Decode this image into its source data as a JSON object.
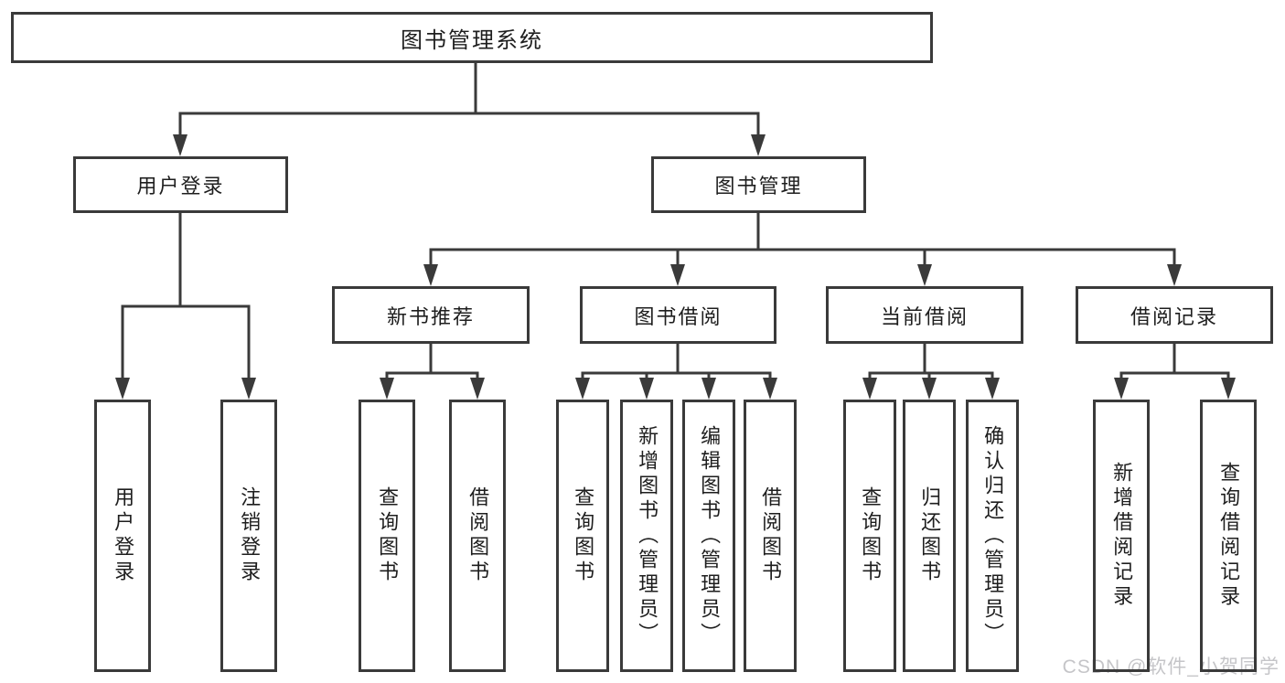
{
  "diagram": {
    "title": "图书管理系统",
    "tree": {
      "label": "图书管理系统",
      "children": [
        {
          "label": "用户登录",
          "children": [
            {
              "label": "用户登录"
            },
            {
              "label": "注销登录"
            }
          ]
        },
        {
          "label": "图书管理",
          "children": [
            {
              "label": "新书推荐",
              "children": [
                {
                  "label": "查询图书"
                },
                {
                  "label": "借阅图书"
                }
              ]
            },
            {
              "label": "图书借阅",
              "children": [
                {
                  "label": "查询图书"
                },
                {
                  "label": "新增图书（管理员）"
                },
                {
                  "label": "编辑图书（管理员）"
                },
                {
                  "label": "借阅图书"
                }
              ]
            },
            {
              "label": "当前借阅",
              "children": [
                {
                  "label": "查询图书"
                },
                {
                  "label": "归还图书"
                },
                {
                  "label": "确认归还（管理员）"
                }
              ]
            },
            {
              "label": "借阅记录",
              "children": [
                {
                  "label": "新增借阅记录"
                },
                {
                  "label": "查询借阅记录"
                }
              ]
            }
          ]
        }
      ]
    }
  },
  "watermark": {
    "text": "CSDN @软件_小贺同学"
  },
  "colors": {
    "line": "#3a3a3a",
    "text": "#1e1e1e",
    "watermark": "#c5c5c8",
    "background": "#ffffff"
  }
}
